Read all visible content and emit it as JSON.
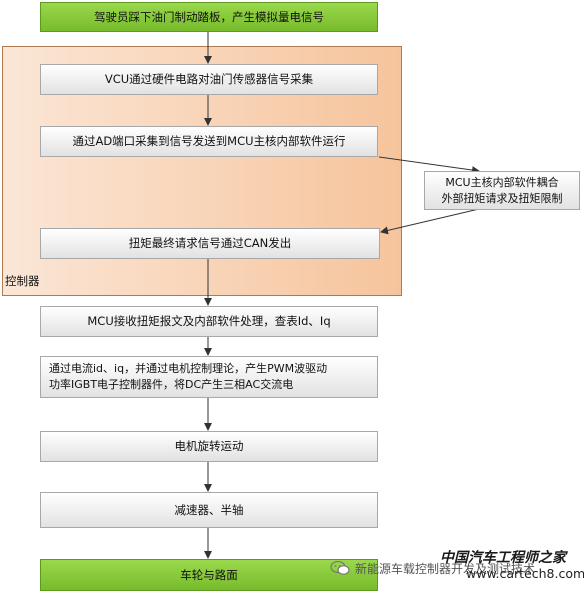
{
  "nodes": {
    "n1": "驾驶员踩下油门制动踏板，产生模拟量电信号",
    "n2": "VCU通过硬件电路对油门传感器信号采集",
    "n3": "通过AD端口采集到信号发送到MCU主核内部软件运行",
    "n4_line1": "MCU主核内部软件耦合",
    "n4_line2": "外部扭矩请求及扭矩限制",
    "n5": "扭矩最终请求信号通过CAN发出",
    "n6": "MCU接收扭矩报文及内部软件处理，查表Id、Iq",
    "n7_line1": "通过电流id、iq，并通过电机控制理论，产生PWM波驱动",
    "n7_line2": "功率IGBT电子控制器件，将DC产生三相AC交流电",
    "n8": "电机旋转运动",
    "n9": "减速器、半轴",
    "n10": "车轮与路面"
  },
  "group_label": "控制器",
  "watermark": {
    "title": "中国汽车工程师之家",
    "account": "新能源车载控制器开发及测试技术",
    "url": "www.cartech8.com"
  },
  "colors": {
    "green_box": "#86c93a",
    "controller_fill": "#f6c49c",
    "gray_box": "#eeeeee"
  }
}
